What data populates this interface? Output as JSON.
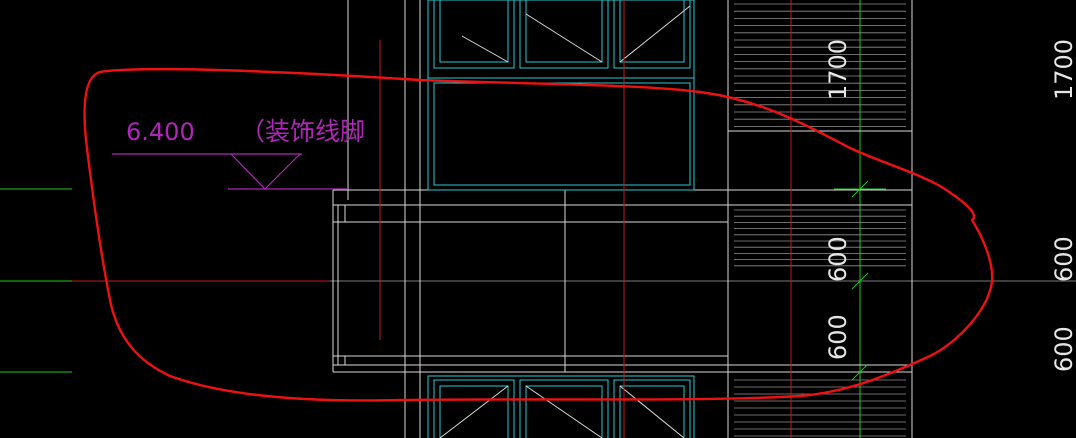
{
  "colors": {
    "background": "#000000",
    "structure": "#d9d9d9",
    "hatch": "#8f8f8f",
    "window": "#28c8d2",
    "axis": "#c41a1a",
    "grid_green": "#1fc81f",
    "annotation": "#b026b8",
    "dimension_text": "#e6e6e6",
    "markup_cloud": "#ee1111"
  },
  "elevation_mark": {
    "value": "6.400",
    "note": "（装饰线脚"
  },
  "dimensions_left": {
    "upper": "1700",
    "middle": "600",
    "lower": "600"
  },
  "dimensions_right": {
    "upper": "1700",
    "middle": "600",
    "lower": "600"
  }
}
